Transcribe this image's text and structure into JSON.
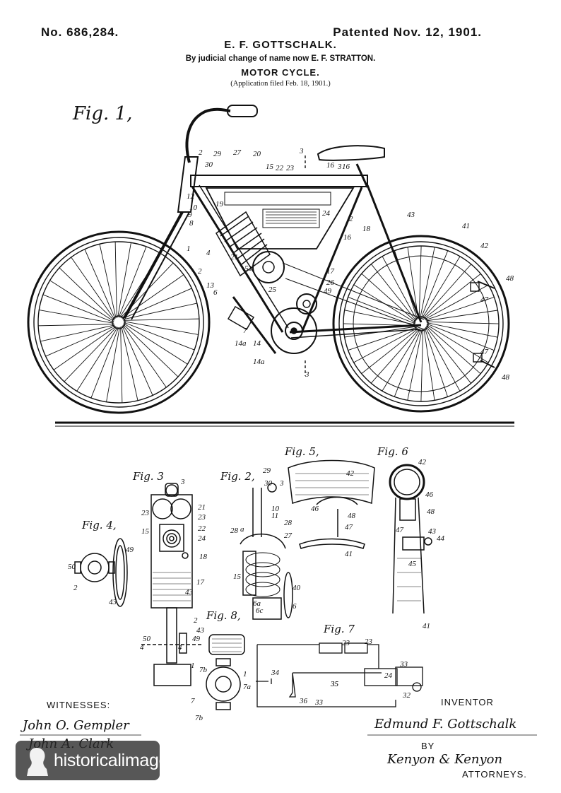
{
  "header": {
    "patent_no": "No. 686,284.",
    "inventor": "E. F. GOTTSCHALK.",
    "patented": "Patented Nov. 12, 1901.",
    "name_change": "By judicial change of name now E. F. STRATTON.",
    "title": "MOTOR CYCLE.",
    "application": "(Application filed Feb. 18, 1901.)"
  },
  "figures": {
    "fig1": "Fig. 1,",
    "fig2": "Fig. 2,",
    "fig3": "Fig. 3",
    "fig4": "Fig. 4,",
    "fig5": "Fig. 5,",
    "fig6": "Fig. 6",
    "fig7": "Fig. 7",
    "fig8": "Fig. 8,"
  },
  "reference_numerals": {
    "fig1": [
      "2",
      "29",
      "27",
      "20",
      "3",
      "30",
      "16",
      "15",
      "22",
      "23",
      "16",
      "3",
      "12",
      "10",
      "9",
      "19",
      "24",
      "2",
      "8",
      "21",
      "18",
      "16",
      "43",
      "41",
      "42",
      "1",
      "51",
      "25",
      "17",
      "26",
      "49",
      "48",
      "47",
      "2",
      "13",
      "6",
      "4",
      "7",
      "14a",
      "14",
      "14a",
      "3",
      "47",
      "48"
    ],
    "fig2": [
      "29",
      "30",
      "3",
      "10",
      "11",
      "28",
      "28",
      "a",
      "27",
      "15",
      "40",
      "6a",
      "6",
      "6c"
    ],
    "fig3": [
      "3",
      "23",
      "21",
      "23",
      "15",
      "22",
      "24",
      "18",
      "17",
      "43",
      "2",
      "43",
      "49",
      "50",
      "4",
      "4",
      "1"
    ],
    "fig4": [
      "49",
      "50",
      "2",
      "43"
    ],
    "fig5": [
      "42",
      "46",
      "48",
      "47",
      "41"
    ],
    "fig6": [
      "42",
      "46",
      "48",
      "47",
      "43",
      "44",
      "45",
      "41"
    ],
    "fig7": [
      "23",
      "23",
      "34",
      "33",
      "35",
      "24",
      "32",
      "36",
      "35",
      "33"
    ],
    "fig8": [
      "7b",
      "1",
      "7a",
      "7",
      "7b"
    ]
  },
  "footer": {
    "witnesses_label": "WITNESSES:",
    "witness_1": "John O. Gempler",
    "witness_2": "John A. Clark",
    "inventor_label": "INVENTOR",
    "inventor_signature": "Edmund F. Gottschalk",
    "by": "BY",
    "attorney_signature": "Kenyon & Kenyon",
    "attorneys_label": "ATTORNEYS."
  },
  "watermark": {
    "text": "historicalimages"
  }
}
